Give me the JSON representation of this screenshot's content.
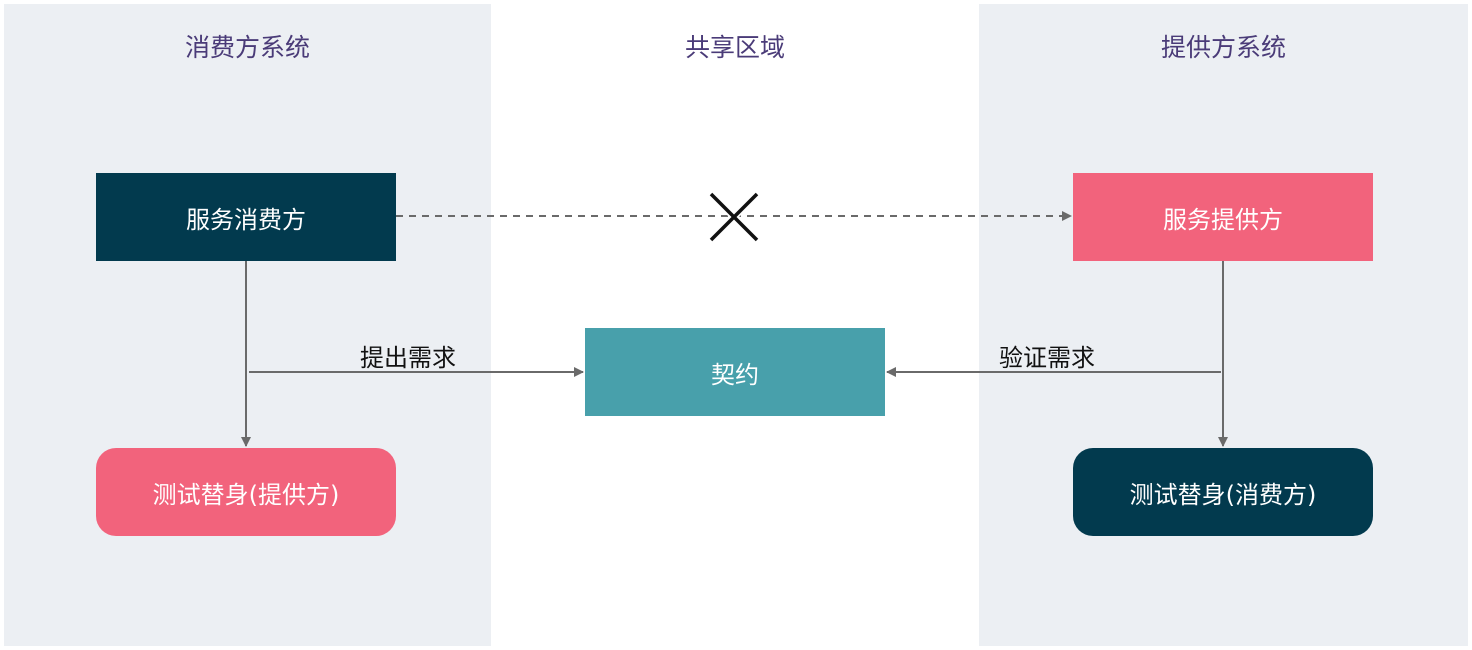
{
  "lanes": {
    "consumer": "消费方系统",
    "shared": "共享区域",
    "provider": "提供方系统"
  },
  "nodes": {
    "service_consumer": "服务消费方",
    "service_provider": "服务提供方",
    "contract": "契约",
    "test_double_provider": "测试替身(提供方)",
    "test_double_consumer": "测试替身(消费方)"
  },
  "edges": {
    "propose": "提出需求",
    "verify": "验证需求"
  },
  "colors": {
    "lane_bg": "#eceff3",
    "dark_teal": "#023a4e",
    "coral": "#f2637c",
    "contract_teal": "#48a0ab",
    "lane_title": "#4a3b78",
    "connector": "#6a6a6a"
  }
}
